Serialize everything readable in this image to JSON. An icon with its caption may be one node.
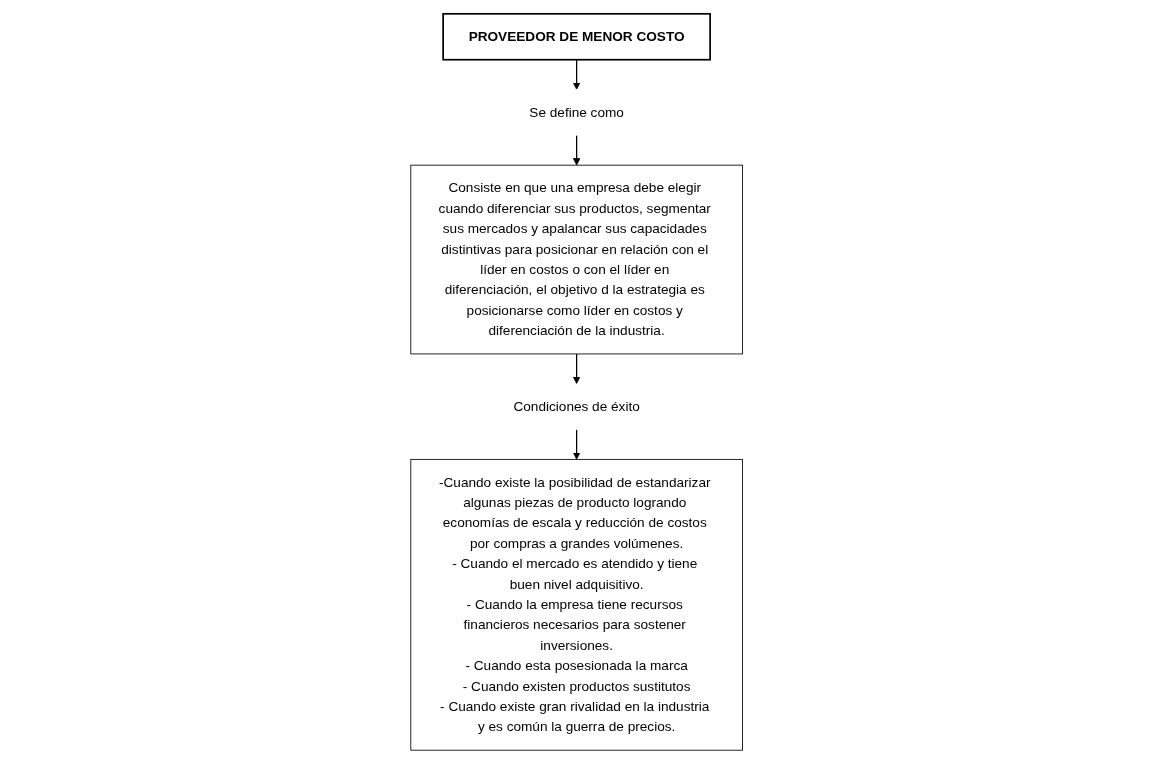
{
  "diagram": {
    "nodes": [
      {
        "text": [
          "PROVEEDOR DE MENOR COSTO"
        ]
      },
      {
        "text": [
          "Se define como"
        ]
      },
      {
        "text": [
          "Consiste en que una empresa debe elegir cuando diferenciar sus productos, segmentar sus mercados y apalancar sus capacidades distintivas para posicionar en relación con el líder en costos o con el líder en diferenciación, el objetivo d la estrategia es posicionarse como líder en costos y diferenciación de la industria."
        ]
      },
      {
        "text": [
          "Condiciones de éxito"
        ]
      },
      {
        "text": [
          "-Cuando existe la posibilidad de estandarizar algunas piezas de producto logrando economías de escala y reducción de costos por compras a grandes volúmenes.",
          "- Cuando el mercado es atendido y tiene buen nivel adquisitivo.",
          "- Cuando la empresa tiene recursos financieros necesarios para sostener inversiones.",
          "- Cuando esta posesionada la marca",
          "- Cuando existen productos sustitutos",
          "- Cuando existe gran rivalidad en la industria y es común la guerra de precios."
        ]
      }
    ],
    "edges": [
      {
        "from": 0,
        "to": 1,
        "arrow": "to"
      },
      {
        "from": 1,
        "to": 2,
        "arrow": "to"
      },
      {
        "from": 2,
        "to": 3,
        "arrow": "to"
      },
      {
        "from": 3,
        "to": 4,
        "arrow": "to"
      }
    ]
  }
}
